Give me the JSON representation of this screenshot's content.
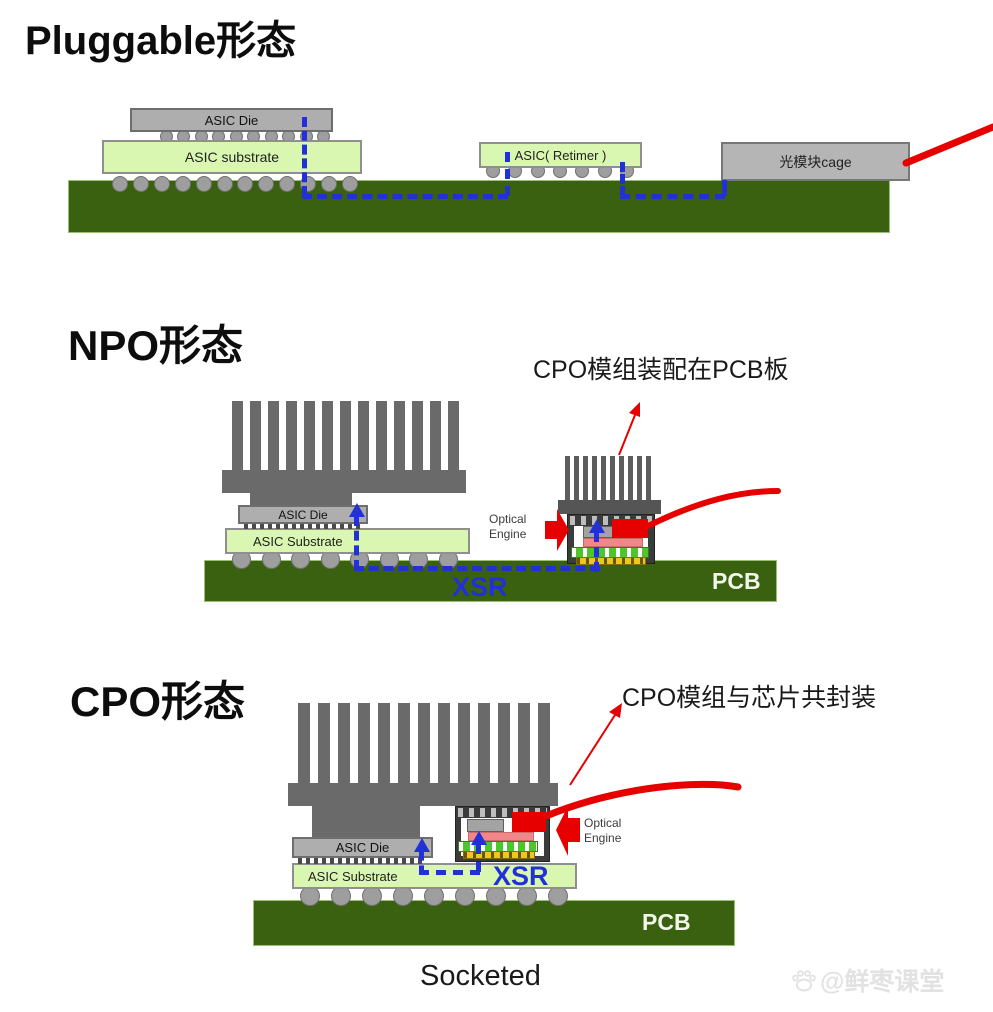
{
  "titles": {
    "pluggable": "Pluggable形态",
    "npo": "NPO形态",
    "cpo": "CPO形态"
  },
  "pluggable": {
    "asic_die": "ASIC Die",
    "asic_substrate": "ASIC substrate",
    "retimer": "ASIC( Retimer )",
    "cage": "光模块cage"
  },
  "npo": {
    "annotation": "CPO模组装配在PCB板",
    "asic_die": "ASIC Die",
    "asic_substrate": "ASIC Substrate",
    "optical_engine_line1": "Optical",
    "optical_engine_line2": "Engine",
    "xsr": "XSR",
    "pcb": "PCB"
  },
  "cpo": {
    "annotation": "CPO模组与芯片共封装",
    "asic_die": "ASIC Die",
    "asic_substrate": "ASIC Substrate",
    "optical_engine_line1": "Optical",
    "optical_engine_line2": "Engine",
    "xsr": "XSR",
    "pcb": "PCB",
    "socketed": "Socketed"
  },
  "watermark": {
    "text": "@鲜枣课堂"
  },
  "colors": {
    "pcb_green": "#3a6110",
    "substrate_green": "#d9f7b0",
    "die_gray": "#aeaeae",
    "heatsink_gray": "#6a6a6a",
    "signal_blue": "#2231d6",
    "fiber_red": "#e60000"
  }
}
